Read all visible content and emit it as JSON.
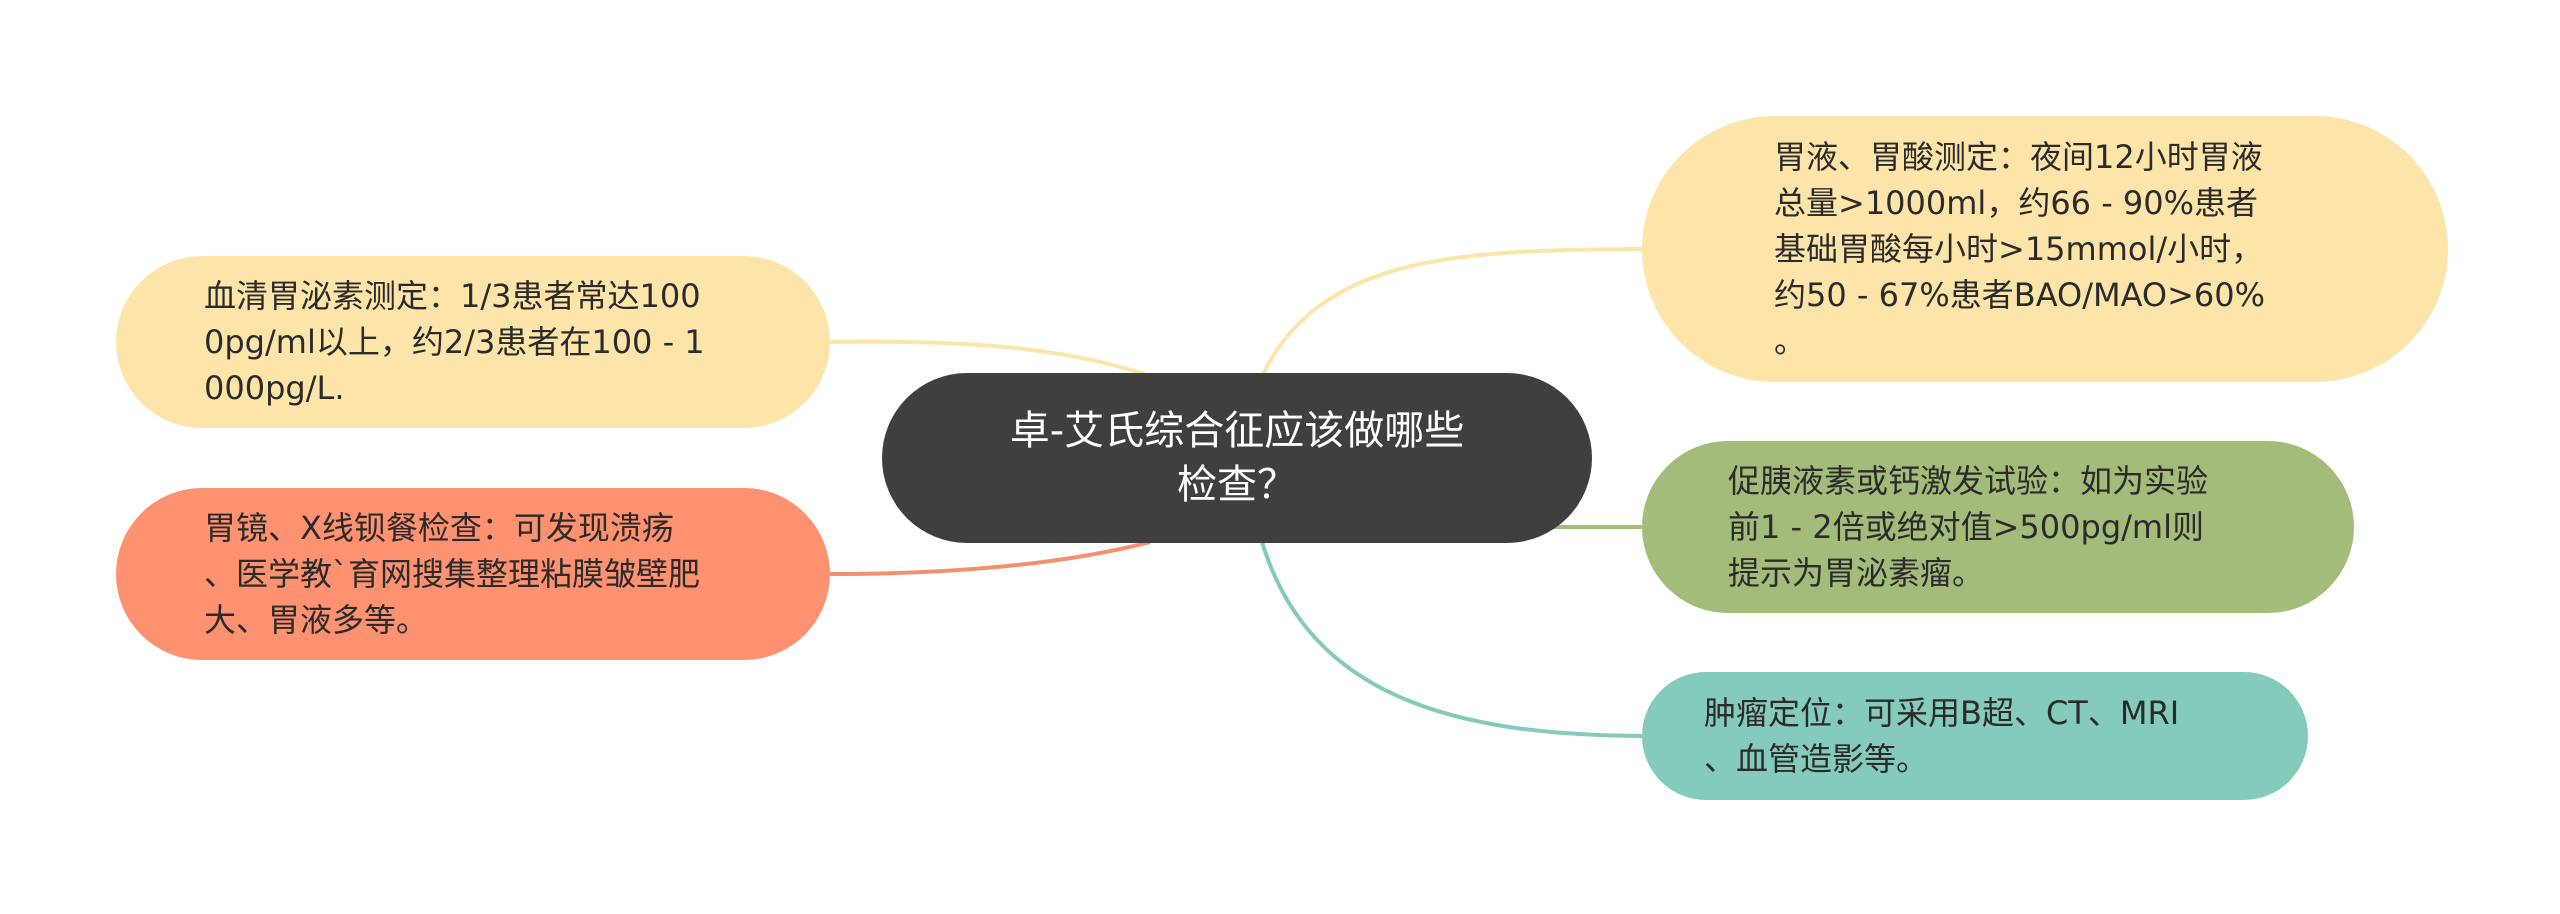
{
  "center": {
    "text": "卓-艾氏综合征应该做哪些\n检查？",
    "color": "#3f3f3f"
  },
  "branches": {
    "left1": {
      "text": "血清胃泌素测定：1/3患者常达100\n0pg/ml以上，约2/3患者在100 - 1\n000pg/L.",
      "color": "#fde5a9",
      "line_color": "#fde5a9"
    },
    "left2": {
      "text": "胃镜、X线钡餐检查：可发现溃疡\n、医学教`育网搜集整理粘膜皱壁肥\n大、胃液多等。",
      "color": "#fe916f",
      "line_color": "#f3906e"
    },
    "right1": {
      "text": "胃液、胃酸测定：夜间12小时胃液\n总量>1000ml，约66 - 90%患者\n基础胃酸每小时>15mmol/小时，\n约50 - 67%患者BAO/MAO>60%\n。",
      "color": "#fde5a9",
      "line_color": "#fde5a9"
    },
    "right2": {
      "text": "促胰液素或钙激发试验：如为实验\n前1 - 2倍或绝对值>500pg/ml则\n提示为胃泌素瘤。",
      "color": "#a3bc79",
      "line_color": "#a3bc79"
    },
    "right3": {
      "text": "肿瘤定位：可采用B超、CT、MRI\n、血管造影等。",
      "color": "#84cbbb",
      "line_color": "#84cbbb"
    }
  }
}
